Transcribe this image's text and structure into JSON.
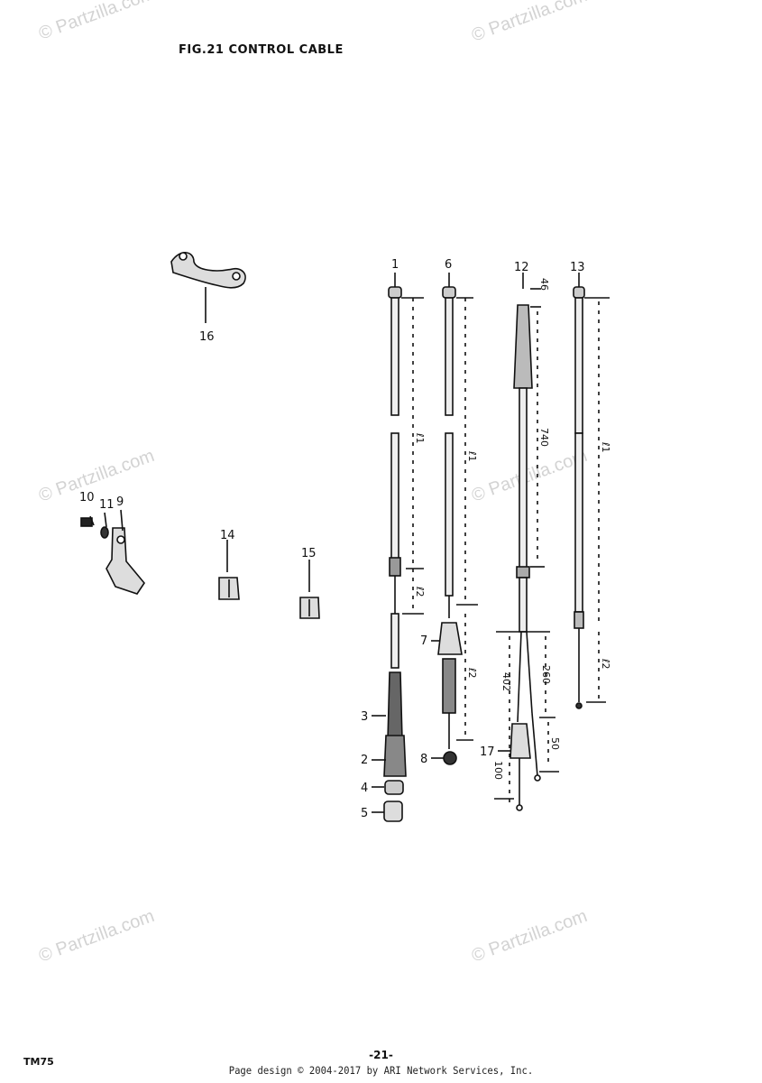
{
  "title": "FIG.21 CONTROL CABLE",
  "watermark": "© Partzilla.com",
  "footer": {
    "left": "TM75",
    "page": "-21-",
    "copyright": "Page design © 2004-2017 by ARI Network Services, Inc."
  },
  "callouts": {
    "p1": "1",
    "p2": "2",
    "p3": "3",
    "p4": "4",
    "p5": "5",
    "p6": "6",
    "p7": "7",
    "p8": "8",
    "p9": "9",
    "p10": "10",
    "p11": "11",
    "p12": "12",
    "p13": "13",
    "p14": "14",
    "p15": "15",
    "p16": "16",
    "p17": "17"
  },
  "dimensions": {
    "l1_a": "ℓ1",
    "l2_a": "ℓ2",
    "l1_b": "ℓ1",
    "l2_b": "ℓ2",
    "d46": "46",
    "d740": "740",
    "d402": "402",
    "d260": "260",
    "d50": "50",
    "d100": "100",
    "l1_c": "ℓ1",
    "l2_c": "ℓ2"
  }
}
